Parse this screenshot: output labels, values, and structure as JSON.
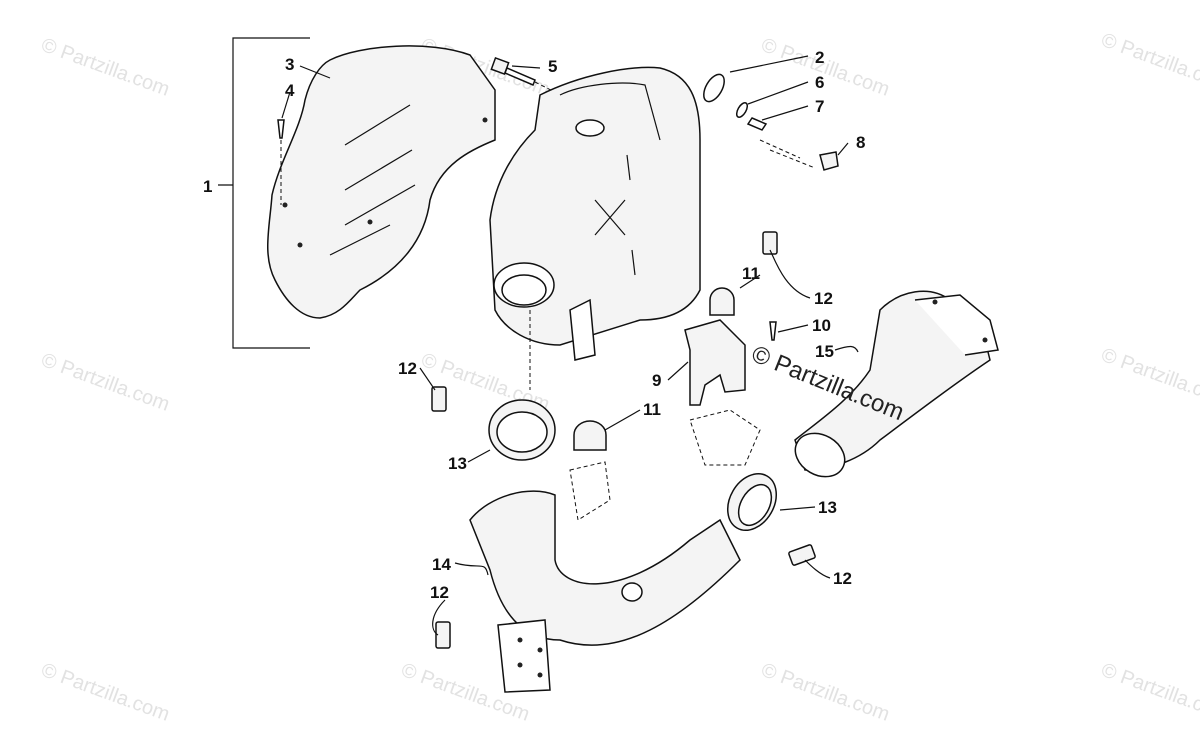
{
  "diagram": {
    "watermark_text": "© Partzilla.com",
    "labels": {
      "p1": "1",
      "p2": "2",
      "p3": "3",
      "p4": "4",
      "p5": "5",
      "p6": "6",
      "p7": "7",
      "p8": "8",
      "p9": "9",
      "p10": "10",
      "p11a": "11",
      "p11b": "11",
      "p12a": "12",
      "p12b": "12",
      "p12c": "12",
      "p12d": "12",
      "p13a": "13",
      "p13b": "13",
      "p14": "14",
      "p15": "15"
    }
  }
}
